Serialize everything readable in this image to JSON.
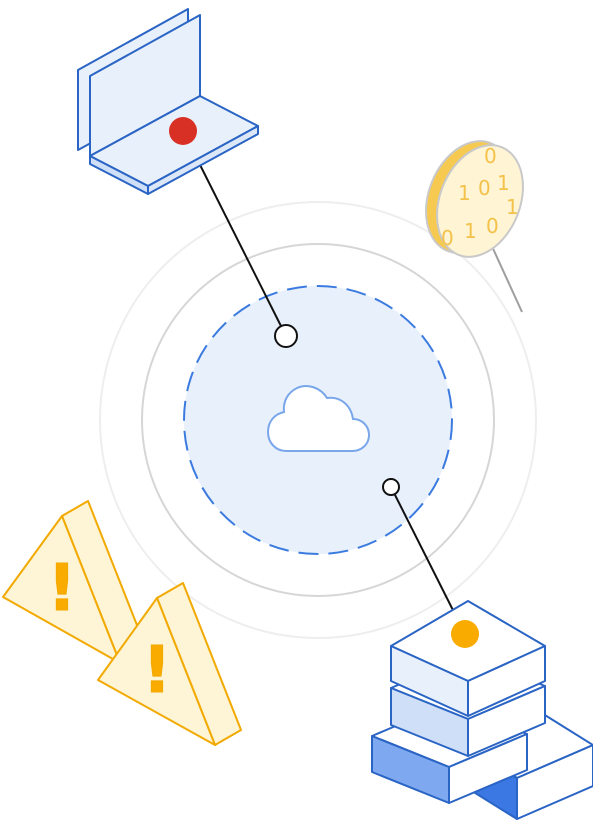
{
  "colors": {
    "blue_stroke": "#2a64c4",
    "blue_fill": "#e8f0fc",
    "blue_mid": "#cfdff7",
    "blue_accent": "#7ea8ef",
    "blue_deep": "#3b78e3",
    "ring_light": "#eeeeee",
    "ring_mid": "#d6d6d6",
    "core_fill": "#e8f0fc",
    "core_dash": "#3b7be0",
    "cloud_stroke": "#7aa7ea",
    "red_dot": "#d93025",
    "orange_dot": "#f9ab00",
    "warn_stroke": "#f2a900",
    "warn_fill": "#fef5d6",
    "coin_face": "#fff4d4",
    "coin_edge": "#f6c950",
    "coin_stroke": "#c9c9c9",
    "link": "#111111"
  },
  "icons": [
    "laptop-icon",
    "cloud-icon",
    "server-stack-icon",
    "warning-icon",
    "binary-coin-icon"
  ],
  "coin": {
    "digits": [
      "0",
      "1",
      "0",
      "1",
      "0",
      "1",
      "0",
      "1"
    ]
  },
  "warnings": {
    "mark": "!"
  }
}
